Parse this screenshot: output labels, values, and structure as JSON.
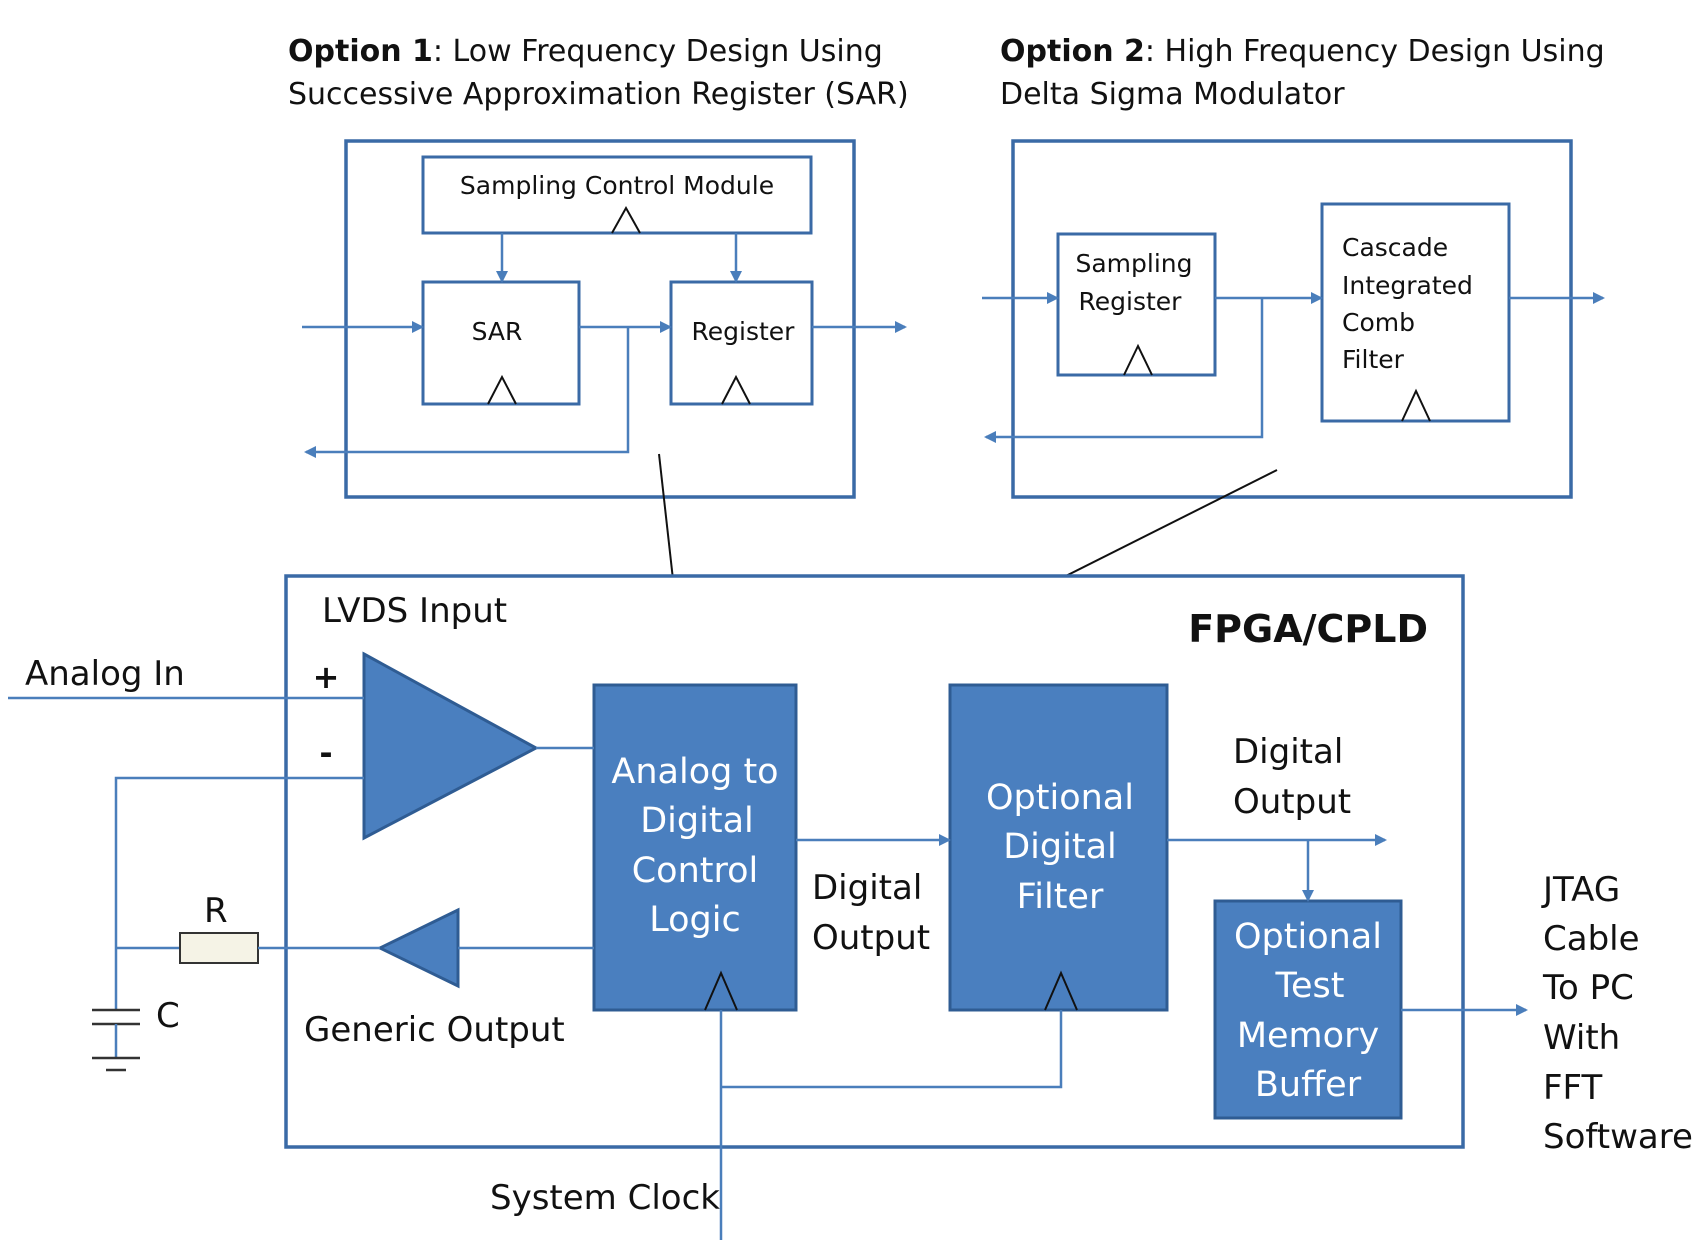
{
  "option1": {
    "label_bold": "Option 1",
    "label_rest": ": Low Frequency Design Using",
    "line2": "Successive Approximation Register (SAR)",
    "sampling_control": "Sampling  Control  Module",
    "sar": "SAR",
    "register": "Register"
  },
  "option2": {
    "label_bold": "Option 2",
    "label_rest": ": High Frequency Design Using",
    "line2": "Delta Sigma Modulator",
    "sampling_register": [
      "Sampling",
      "Register"
    ],
    "cic_filter": [
      "Cascade",
      "Integrated",
      "Comb",
      "Filter"
    ]
  },
  "fpga": {
    "title": "FPGA/CPLD",
    "lvds_input": "LVDS Input",
    "plus": "+",
    "minus": "-",
    "adc_logic": [
      "Analog to",
      "Digital",
      "Control",
      "Logic"
    ],
    "digital_filter": [
      "Optional",
      "Digital",
      "Filter"
    ],
    "test_memory": [
      "Optional",
      "Test",
      "Memory",
      "Buffer"
    ],
    "digital_output_1": [
      "Digital",
      "Output"
    ],
    "digital_output_2": [
      "Digital",
      "Output"
    ],
    "generic_output": "Generic Output"
  },
  "external": {
    "analog_in": "Analog In",
    "resistor": "R",
    "capacitor": "C",
    "system_clock": "System Clock",
    "jtag": [
      "JTAG",
      "Cable",
      "To PC",
      "With",
      "FFT",
      "Software"
    ]
  },
  "colors": {
    "block_fill": "#4a7fbf",
    "wire": "#4a7ebb"
  }
}
